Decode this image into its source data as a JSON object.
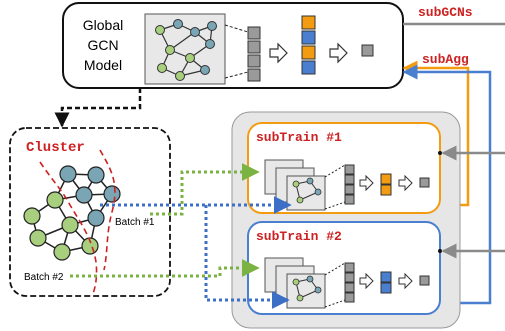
{
  "global_model": {
    "line1": "Global",
    "line2": "GCN",
    "line3": "Model"
  },
  "labels": {
    "subgcns": "subGCNs",
    "subagg": "subAgg",
    "cluster": "Cluster"
  },
  "batches": {
    "batch1": "Batch #1",
    "batch2": "Batch #2"
  },
  "subtrain1": {
    "title": "subTrain #1"
  },
  "subtrain2": {
    "title": "subTrain #2"
  },
  "colors": {
    "orange": "#F39C12",
    "blue": "#4A7FD0",
    "red_text": "#CC2222",
    "green_dotted": "#7BB342",
    "blue_dotted": "#3D6FC7",
    "node_green": "#A8CF7E",
    "node_teal": "#7AA5B5",
    "panel_gray": "#E8E8E8",
    "square_gray": "#9A9A9A"
  }
}
